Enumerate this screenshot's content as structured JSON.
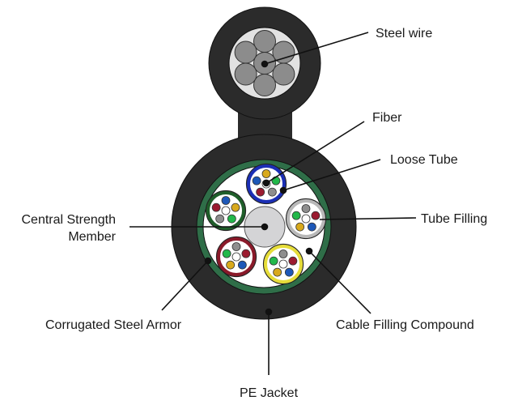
{
  "labels": {
    "steel_wire": "Steel wire",
    "fiber": "Fiber",
    "loose_tube": "Loose Tube",
    "tube_filling": "Tube Filling",
    "central_strength_member_line1": "Central Strength",
    "central_strength_member_line2": "Member",
    "corrugated_steel_armor": "Corrugated Steel Armor",
    "cable_filling_compound": "Cable Filling Compound",
    "pe_jacket": "PE Jacket"
  },
  "colors": {
    "jacket": "#2b2b2b",
    "armor": "#2f6e48",
    "filling": "#ffffff",
    "strength_member": "#d4d4d6",
    "steel_strand": "#8c8c8c",
    "steel_bed": "#e2e2e2",
    "fiber_palette": {
      "yellow": "#d8a91c",
      "green": "#22b84a",
      "gray": "#8e8e8e",
      "red": "#9b1b30",
      "blue": "#1d58b8"
    }
  },
  "tubes": [
    {
      "name": "blue",
      "ring": "#1b2fb5",
      "fibers": [
        "yellow",
        "green",
        "gray",
        "red",
        "blue"
      ]
    },
    {
      "name": "green",
      "ring": "#1f5e2a",
      "fibers": [
        "blue",
        "yellow",
        "green",
        "gray",
        "red"
      ]
    },
    {
      "name": "white",
      "ring": "#b8b8b8",
      "fibers": [
        "gray",
        "red",
        "blue",
        "yellow",
        "green"
      ]
    },
    {
      "name": "red",
      "ring": "#8a1a2a",
      "fibers": [
        "gray",
        "red",
        "blue",
        "yellow",
        "green"
      ]
    },
    {
      "name": "yellow",
      "ring": "#e6dd3a",
      "fibers": [
        "gray",
        "red",
        "blue",
        "yellow",
        "green"
      ]
    }
  ]
}
